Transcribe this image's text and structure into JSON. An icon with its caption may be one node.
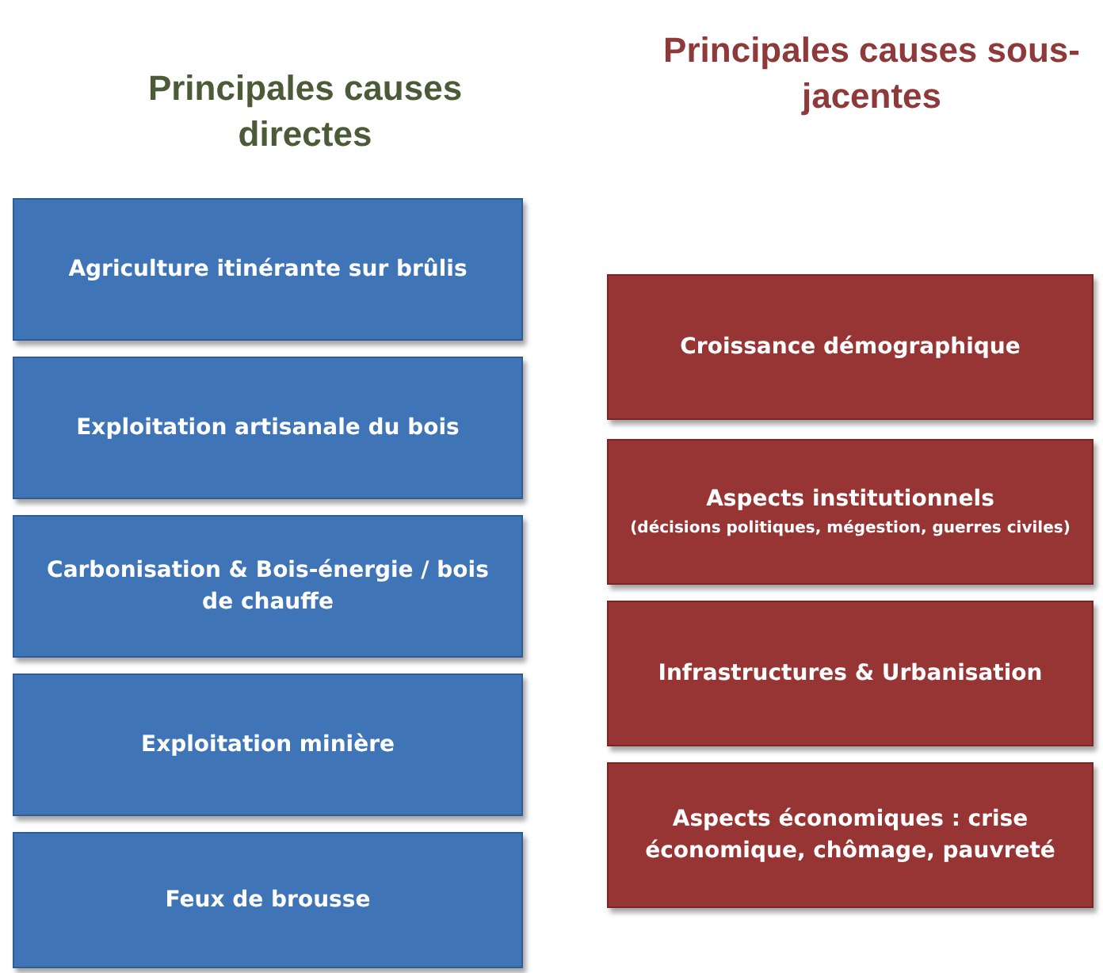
{
  "diagram": {
    "nodes": [
      {
        "text": [
          "Agriculture itinérante sur brûlis"
        ]
      },
      {
        "text": [
          "Exploitation artisanale du bois"
        ]
      },
      {
        "text": [
          "Carbonisation & Bois-énergie / bois de chauffe"
        ]
      },
      {
        "text": [
          "Exploitation minière"
        ]
      },
      {
        "text": [
          "Feux de brousse"
        ]
      },
      {
        "text": [
          "Croissance démographique"
        ]
      },
      {
        "text": [
          "Aspects institutionnels",
          "(décisions politiques, mégestion, guerres civiles)"
        ]
      },
      {
        "text": [
          "Infrastructures & Urbanisation"
        ]
      },
      {
        "text": [
          "Aspects économiques : crise économique, chômage, pauvreté"
        ]
      }
    ],
    "labels": [
      "Principales causes directes",
      "Principales causes sous-jacentes"
    ]
  }
}
